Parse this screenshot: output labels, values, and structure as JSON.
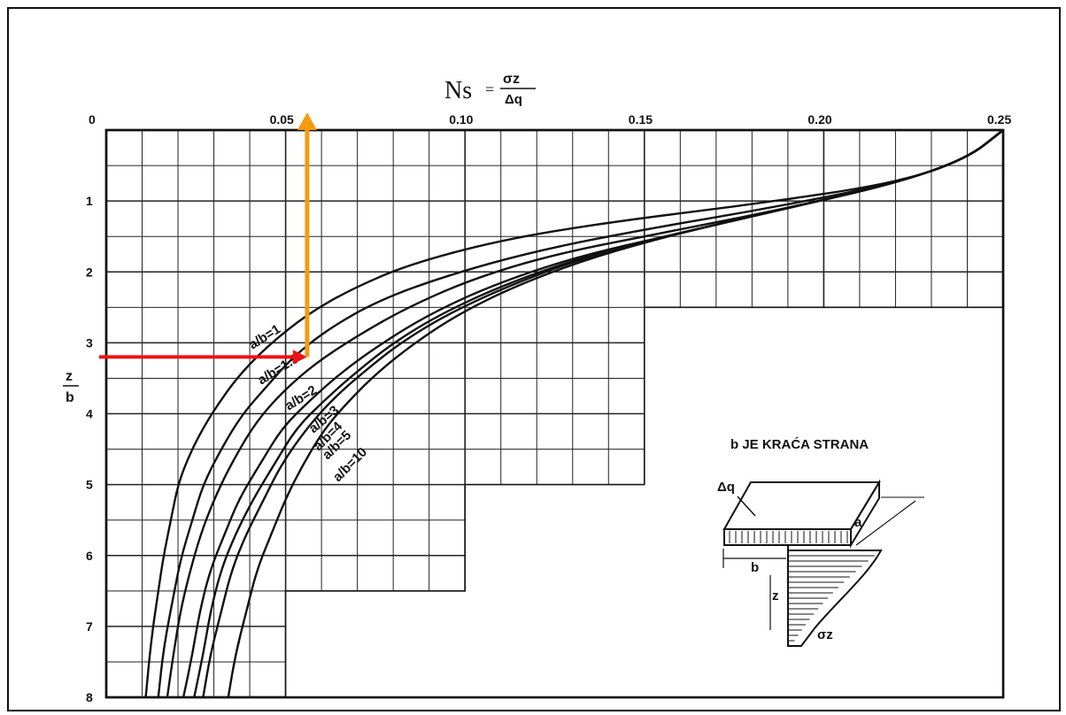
{
  "chart_data": {
    "type": "line",
    "title_main": "Ns",
    "title_eq": "=",
    "title_num": "σz",
    "title_den": "Δq",
    "x_ticks": [
      "0",
      "0.05",
      "0.10",
      "0.15",
      "0.20",
      "0.25"
    ],
    "x_tick_values": [
      0,
      0.05,
      0.1,
      0.15,
      0.2,
      0.25
    ],
    "y_ticks": [
      "1",
      "2",
      "3",
      "4",
      "5",
      "6",
      "7",
      "8"
    ],
    "y_tick_values": [
      1,
      2,
      3,
      4,
      5,
      6,
      7,
      8
    ],
    "ylabel_num": "z",
    "ylabel_den": "b",
    "xlim": [
      0,
      0.25
    ],
    "ylim": [
      0,
      8
    ],
    "grid": true,
    "series": [
      {
        "name": "a/b=1",
        "x": [
          0.25,
          0.24,
          0.22,
          0.18,
          0.14,
          0.11,
          0.084,
          0.068,
          0.056,
          0.046,
          0.038,
          0.032,
          0.027,
          0.023,
          0.02,
          0.018,
          0.016,
          0.0145,
          0.0125,
          0.011
        ],
        "y": [
          0,
          0.4,
          0.75,
          1.05,
          1.3,
          1.55,
          1.9,
          2.25,
          2.6,
          3.0,
          3.4,
          3.8,
          4.2,
          4.6,
          5.0,
          5.5,
          6.0,
          6.5,
          7.2,
          8.0
        ]
      },
      {
        "name": "a/b=1.5",
        "x": [
          0.25,
          0.24,
          0.22,
          0.185,
          0.15,
          0.12,
          0.095,
          0.076,
          0.062,
          0.052,
          0.045,
          0.038,
          0.032,
          0.027,
          0.024,
          0.021,
          0.019,
          0.016,
          0.0145
        ],
        "y": [
          0,
          0.4,
          0.75,
          1.1,
          1.4,
          1.7,
          2.05,
          2.4,
          2.8,
          3.2,
          3.6,
          4.0,
          4.5,
          5.0,
          5.5,
          6.0,
          6.5,
          7.3,
          8.0
        ]
      },
      {
        "name": "a/b=2",
        "x": [
          0.25,
          0.24,
          0.22,
          0.19,
          0.155,
          0.125,
          0.102,
          0.084,
          0.07,
          0.058,
          0.049,
          0.042,
          0.036,
          0.031,
          0.027,
          0.024,
          0.021,
          0.019,
          0.017
        ],
        "y": [
          0,
          0.4,
          0.75,
          1.1,
          1.45,
          1.75,
          2.1,
          2.5,
          2.9,
          3.3,
          3.7,
          4.1,
          4.6,
          5.1,
          5.6,
          6.1,
          6.7,
          7.3,
          8.0
        ]
      },
      {
        "name": "a/b=3",
        "x": [
          0.25,
          0.24,
          0.22,
          0.19,
          0.16,
          0.13,
          0.107,
          0.09,
          0.077,
          0.066,
          0.057,
          0.049,
          0.043,
          0.037,
          0.033,
          0.029,
          0.026,
          0.024,
          0.0215
        ],
        "y": [
          0,
          0.4,
          0.75,
          1.1,
          1.45,
          1.8,
          2.2,
          2.6,
          3.0,
          3.4,
          3.8,
          4.2,
          4.7,
          5.2,
          5.7,
          6.2,
          6.8,
          7.4,
          8.0
        ]
      },
      {
        "name": "a/b=4",
        "x": [
          0.25,
          0.24,
          0.22,
          0.19,
          0.16,
          0.132,
          0.11,
          0.093,
          0.08,
          0.07,
          0.061,
          0.053,
          0.047,
          0.041,
          0.036,
          0.032,
          0.029,
          0.027,
          0.0245
        ],
        "y": [
          0,
          0.4,
          0.75,
          1.1,
          1.45,
          1.8,
          2.2,
          2.6,
          3.0,
          3.4,
          3.8,
          4.2,
          4.7,
          5.2,
          5.7,
          6.2,
          6.8,
          7.4,
          8.0
        ]
      },
      {
        "name": "a/b=5",
        "x": [
          0.25,
          0.24,
          0.22,
          0.19,
          0.16,
          0.133,
          0.112,
          0.095,
          0.082,
          0.072,
          0.063,
          0.056,
          0.049,
          0.044,
          0.039,
          0.035,
          0.032,
          0.029,
          0.027
        ],
        "y": [
          0,
          0.4,
          0.75,
          1.1,
          1.45,
          1.8,
          2.2,
          2.6,
          3.0,
          3.4,
          3.8,
          4.2,
          4.7,
          5.2,
          5.7,
          6.2,
          6.8,
          7.4,
          8.0
        ]
      },
      {
        "name": "a/b=10",
        "x": [
          0.25,
          0.24,
          0.22,
          0.19,
          0.16,
          0.135,
          0.114,
          0.098,
          0.086,
          0.076,
          0.068,
          0.061,
          0.055,
          0.05,
          0.046,
          0.042,
          0.039,
          0.036,
          0.034
        ],
        "y": [
          0,
          0.4,
          0.75,
          1.1,
          1.45,
          1.8,
          2.2,
          2.6,
          3.0,
          3.4,
          3.8,
          4.2,
          4.7,
          5.2,
          5.7,
          6.2,
          6.8,
          7.4,
          8.0
        ]
      }
    ],
    "curve_labels": [
      "a/b=1",
      "a/b=1.5",
      "a/b=2",
      "a/b=3",
      "a/b=4",
      "a/b=5",
      "a/b=10"
    ],
    "annotations": {
      "horizontal_arrow": {
        "color": "#ee1111",
        "x_from": -0.002,
        "x_to": 0.056,
        "y": 3.2
      },
      "vertical_arrow": {
        "color": "#f59a10",
        "x": 0.056,
        "y_from": 3.2,
        "y_to": -0.25
      }
    },
    "inset": {
      "caption": "b  JE KRAĆA STRANA",
      "load_label": "Δq",
      "a_label": "a",
      "b_label": "b",
      "z_label": "z",
      "stress_label": "σz"
    }
  }
}
